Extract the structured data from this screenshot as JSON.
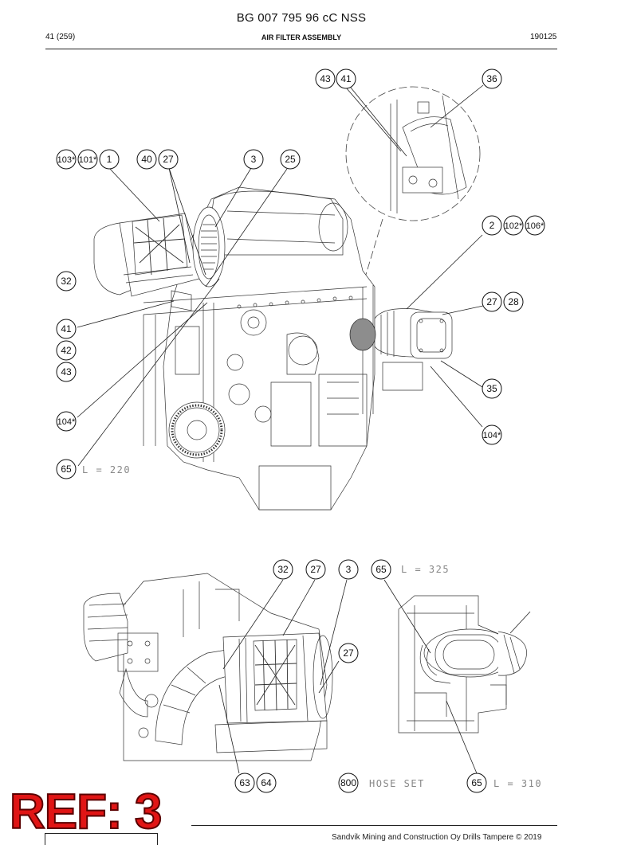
{
  "header": {
    "document_code": "BG 007 795 96 cC NSS",
    "page_number": "41 (259)",
    "section_title": "AIR FILTER ASSEMBLY",
    "date_code": "190125"
  },
  "callouts_top": {
    "c43a": "43",
    "c41a": "41",
    "c36": "36",
    "c103": "103*",
    "c101": "101*",
    "c1": "1",
    "c40": "40",
    "c27a": "27",
    "c3a": "3",
    "c25": "25",
    "c2": "2",
    "c102": "102*",
    "c106": "106*",
    "c32a": "32",
    "c27b": "27",
    "c28": "28",
    "c41b": "41",
    "c42": "42",
    "c43b": "43",
    "c35": "35",
    "c104a": "104*",
    "c104b": "104*",
    "c65a": "65"
  },
  "callouts_bottom": {
    "c32b": "32",
    "c27c": "27",
    "c3b": "3",
    "c65b": "65",
    "c27d": "27",
    "c63": "63",
    "c64": "64",
    "c800": "800",
    "c65c": "65"
  },
  "notes": {
    "length_220": "L = 220",
    "length_325": "L = 325",
    "hose_set": "HOSE SET",
    "length_310": "L = 310"
  },
  "stamp": {
    "ref_label": "REF: 3"
  },
  "footer": {
    "copyright": "Sandvik Mining and Construction Oy Drills Tampere © 2019"
  }
}
